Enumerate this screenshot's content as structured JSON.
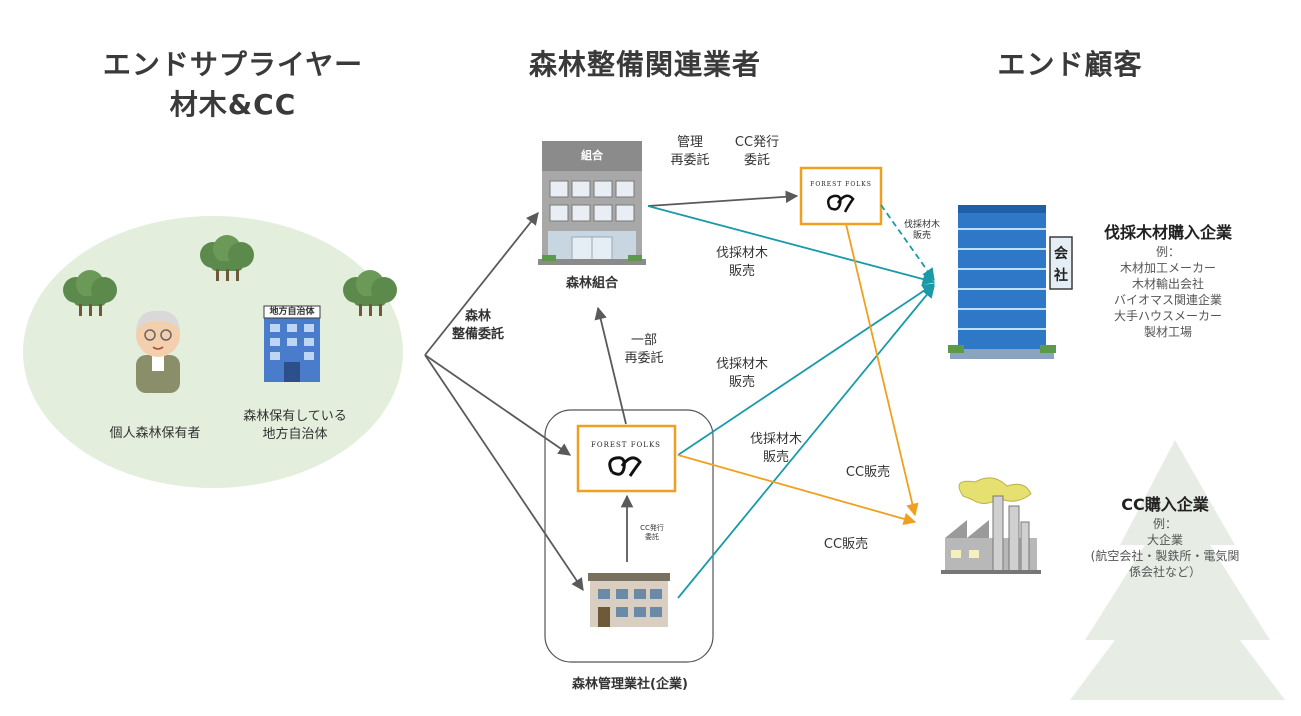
{
  "headers": {
    "suppliers_line1": "エンドサプライヤー",
    "suppliers_line2": "材木&CC",
    "forestry_contractors": "森林整備関連業者",
    "end_customers": "エンド顧客"
  },
  "suppliers": {
    "individual_owner": "個人森林保有者",
    "municipality_line1": "森林保有している",
    "municipality_line2": "地方自治体",
    "municipality_sign": "地方自治体"
  },
  "contractors": {
    "cooperative_sign": "組合",
    "cooperative": "森林組合",
    "management_company": "森林管理業社(企業)",
    "logo_text": "FOREST FOLKS"
  },
  "customers": {
    "timber_buyer_title": "伐採木材購入企業",
    "timber_buyer_sign_1": "会",
    "timber_buyer_sign_2": "社",
    "timber_buyer_examples_label": "例：",
    "timber_buyer_examples": [
      "木材加工メーカー",
      "木材輸出会社",
      "バイオマス関連企業",
      "大手ハウスメーカー",
      "製材工場"
    ],
    "cc_buyer_title": "CC購入企業",
    "cc_buyer_examples_label": "例：",
    "cc_buyer_examples": [
      "大企業",
      "(航空会社・製鉄所・電気関",
      "係会社など）"
    ]
  },
  "flows": {
    "forest_maintenance_1": "森林",
    "forest_maintenance_2": "整備委託",
    "partial_1": "一部",
    "partial_2": "再委託",
    "mgmt_1": "管理",
    "mgmt_2": "再委託",
    "ccissue_1": "CC発行",
    "ccissue_2": "委託",
    "small_timber_1": "伐採材木",
    "small_timber_2": "販売",
    "small_cc_1": "CC発行",
    "small_cc_2": "委託",
    "timber_sale_a1": "伐採材木",
    "timber_sale_a2": "販売",
    "timber_sale_b1": "伐採材木",
    "timber_sale_b2": "販売",
    "timber_sale_c1": "伐採材木",
    "timber_sale_c2": "販売",
    "cc_sale_1": "CC販売",
    "cc_sale_2": "CC販売"
  },
  "colors": {
    "dark_arrow": "#5a5a5a",
    "teal_arrow": "#1a9aa8",
    "orange_arrow": "#f0a020",
    "green_ellipse": "#e3eedc",
    "logo_border": "#f0a020"
  }
}
